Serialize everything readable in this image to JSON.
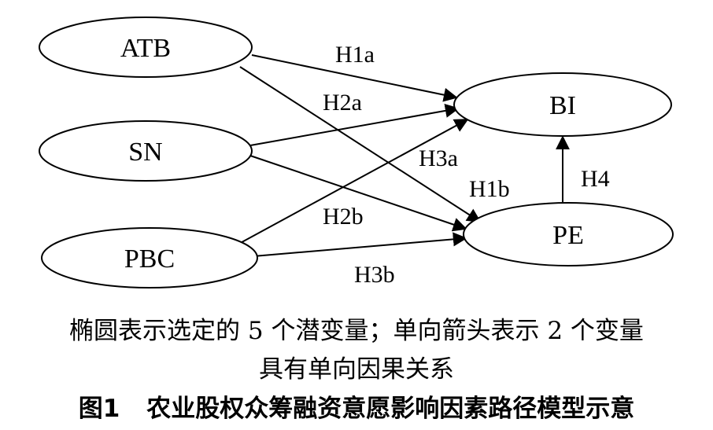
{
  "diagram": {
    "nodes": [
      {
        "id": "ATB",
        "label": "ATB"
      },
      {
        "id": "SN",
        "label": "SN"
      },
      {
        "id": "PBC",
        "label": "PBC"
      },
      {
        "id": "BI",
        "label": "BI"
      },
      {
        "id": "PE",
        "label": "PE"
      }
    ],
    "edges": [
      {
        "from": "ATB",
        "to": "BI",
        "label": "H1a"
      },
      {
        "from": "ATB",
        "to": "PE",
        "label": "H1b"
      },
      {
        "from": "SN",
        "to": "BI",
        "label": "H2a"
      },
      {
        "from": "SN",
        "to": "PE",
        "label": "H2b"
      },
      {
        "from": "PBC",
        "to": "BI",
        "label": "H3a"
      },
      {
        "from": "PBC",
        "to": "PE",
        "label": "H3b"
      },
      {
        "from": "PE",
        "to": "BI",
        "label": "H4"
      }
    ]
  },
  "caption": {
    "line1": "椭圆表示选定的 5 个潜变量；单向箭头表示 2 个变量",
    "line2": "具有单向因果关系"
  },
  "figure": {
    "number": "图1",
    "title": "农业股权众筹融资意愿影响因素路径模型示意"
  }
}
